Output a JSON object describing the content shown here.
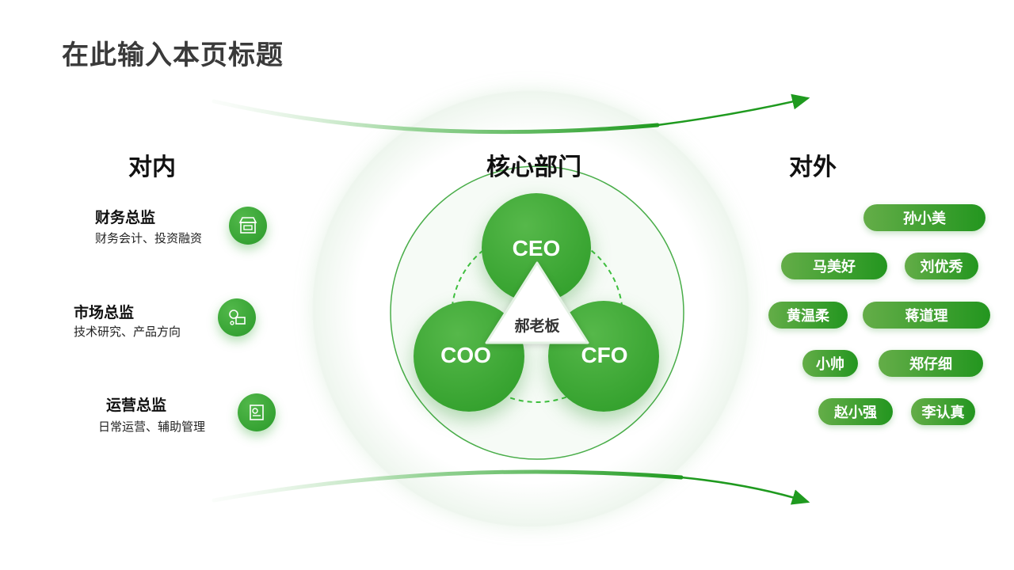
{
  "page_title": "在此输入本页标题",
  "columns": {
    "internal": "对内",
    "core": "核心部门",
    "external": "对外"
  },
  "internal_items": [
    {
      "title": "财务总监",
      "desc": "财务会计、投资融资",
      "icon": "storefront-icon"
    },
    {
      "title": "市场总监",
      "desc": "技术研究、产品方向",
      "icon": "delivery-icon"
    },
    {
      "title": "运营总监",
      "desc": "日常运营、辅助管理",
      "icon": "document-chart-icon"
    }
  ],
  "core": {
    "top": "CEO",
    "left": "COO",
    "right": "CFO",
    "center": "郝老板"
  },
  "external_people": [
    "孙小美",
    "马美好",
    "刘优秀",
    "黄温柔",
    "蒋道理",
    "小帅",
    "郑仔细",
    "赵小强",
    "李认真"
  ],
  "colors": {
    "accent": "#2a9a2a",
    "accent_light": "#64ad48"
  }
}
